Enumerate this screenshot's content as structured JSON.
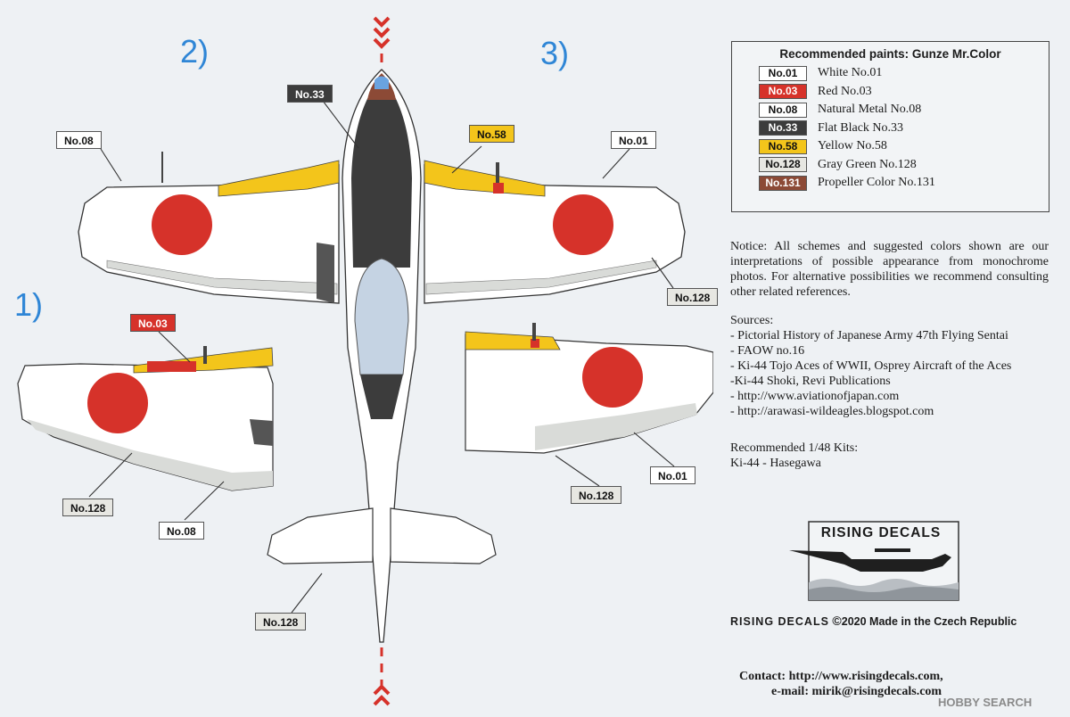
{
  "views": {
    "v1": "1)",
    "v2": "2)",
    "v3": "3)"
  },
  "callouts": {
    "no33": "No.33",
    "no58": "No.58",
    "no08_top": "No.08",
    "no01_top": "No.01",
    "no128_right": "No.128",
    "no03": "No.03",
    "no128_left": "No.128",
    "no08_left": "No.08",
    "no128_right2": "No.128",
    "no01_right2": "No.01",
    "no128_tail": "No.128"
  },
  "paints": {
    "title": "Recommended paints: Gunze Mr.Color",
    "items": [
      {
        "code": "No.01",
        "name": "White No.01",
        "bg": "#ffffff",
        "fg": "#111111"
      },
      {
        "code": "No.03",
        "name": "Red No.03",
        "bg": "#d6322a",
        "fg": "#ffffff"
      },
      {
        "code": "No.08",
        "name": "Natural Metal No.08",
        "bg": "#ffffff",
        "fg": "#111111"
      },
      {
        "code": "No.33",
        "name": "Flat Black No.33",
        "bg": "#3c3c3c",
        "fg": "#ffffff"
      },
      {
        "code": "No.58",
        "name": "Yellow No.58",
        "bg": "#f3c51b",
        "fg": "#111111"
      },
      {
        "code": "No.128",
        "name": "Gray Green No.128",
        "bg": "#e7e7e2",
        "fg": "#111111"
      },
      {
        "code": "No.131",
        "name": "Propeller Color No.131",
        "bg": "#8c4a36",
        "fg": "#ffffff"
      }
    ]
  },
  "notice": "Notice: All schemes and suggested colors shown are our interpretations of possible appearance from monochrome photos. For alternative possibilities we recommend consulting other related references.",
  "sources": {
    "title": "Sources:",
    "items": [
      "- Pictorial History of Japanese Army 47th Flying Sentai",
      "- FAOW no.16",
      "- Ki-44 Tojo Aces of WWII, Osprey Aircraft of the Aces",
      "-Ki-44 Shoki, Revi Publications",
      "- http://www.aviationofjapan.com",
      "- http://arawasi-wildeagles.blogspot.com"
    ]
  },
  "kits": {
    "title": "Recommended 1/48 Kits:",
    "item": "Ki-44 - Hasegawa"
  },
  "logo": {
    "text": "RISING DECALS"
  },
  "footer": {
    "brand": "RISING DECALS",
    "copy": "©",
    "year": "2020",
    "made": "Made in the Czech Republic"
  },
  "contact": {
    "line1": "Contact: http://www.risingdecals.com,",
    "line2": "e-mail: mirik@risingdecals.com"
  },
  "watermark": "HOBBY SEARCH",
  "colors": {
    "background": "#eef1f4",
    "hinomaru": "#d6322a",
    "yellow": "#f3c51b",
    "black": "#3c3c3c",
    "canopy": "#c5d3e3",
    "blue_labels": "#2f86d6"
  }
}
